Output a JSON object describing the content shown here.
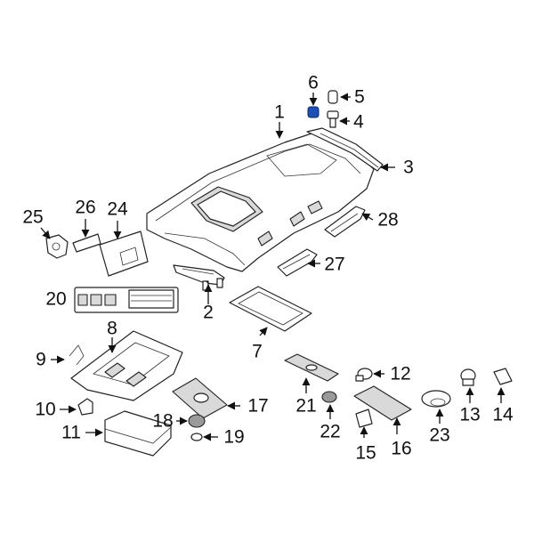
{
  "diagram": {
    "accent_color": "#1f4fb5",
    "callouts": [
      {
        "id": "c1",
        "text": "1"
      },
      {
        "id": "c2",
        "text": "2"
      },
      {
        "id": "c3",
        "text": "3"
      },
      {
        "id": "c4",
        "text": "4"
      },
      {
        "id": "c5",
        "text": "5"
      },
      {
        "id": "c6",
        "text": "6"
      },
      {
        "id": "c7",
        "text": "7"
      },
      {
        "id": "c8",
        "text": "8"
      },
      {
        "id": "c9",
        "text": "9"
      },
      {
        "id": "c10",
        "text": "10"
      },
      {
        "id": "c11",
        "text": "11"
      },
      {
        "id": "c12",
        "text": "12"
      },
      {
        "id": "c13",
        "text": "13"
      },
      {
        "id": "c14",
        "text": "14"
      },
      {
        "id": "c15",
        "text": "15"
      },
      {
        "id": "c16",
        "text": "16"
      },
      {
        "id": "c17",
        "text": "17"
      },
      {
        "id": "c18",
        "text": "18"
      },
      {
        "id": "c19",
        "text": "19"
      },
      {
        "id": "c20",
        "text": "20"
      },
      {
        "id": "c21",
        "text": "21"
      },
      {
        "id": "c22",
        "text": "22"
      },
      {
        "id": "c23",
        "text": "23"
      },
      {
        "id": "c24",
        "text": "24"
      },
      {
        "id": "c25",
        "text": "25"
      },
      {
        "id": "c26",
        "text": "26"
      },
      {
        "id": "c27",
        "text": "27"
      },
      {
        "id": "c28",
        "text": "28"
      }
    ]
  }
}
